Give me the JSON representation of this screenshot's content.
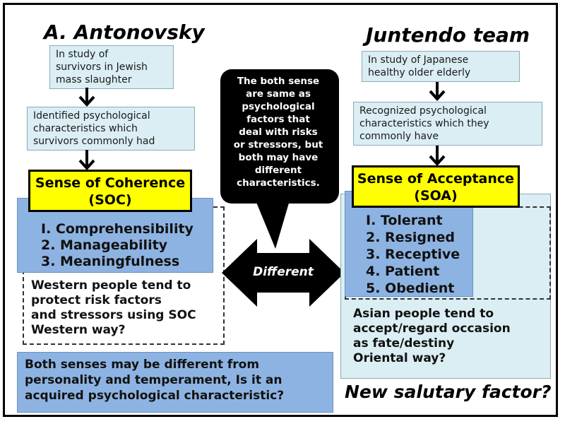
{
  "left": {
    "title": "A. Antonovsky",
    "box1": "In study of\nsurvivors in Jewish\nmass slaughter",
    "box2": "Identified psychological\ncharacteristics which\nsurvivors commonly had",
    "sense_title": "Sense of Coherence\n(SOC)",
    "items": [
      "Ⅰ. Comprehensibility",
      "2. Manageability",
      "3. Meaningfulness"
    ],
    "note": "Western people tend to\nprotect risk factors\nand stressors using SOC\nWestern way?"
  },
  "right": {
    "title": "Juntendo team",
    "box1": "In study of Japanese\nhealthy older elderly",
    "box2": "Recognized psychological\ncharacteristics which they\ncommonly have",
    "sense_title": "Sense of Acceptance\n(SOA)",
    "items": [
      "Ⅰ. Tolerant",
      "2. Resigned",
      "3. Receptive",
      "4. Patient",
      "5. Obedient"
    ],
    "note": "Asian people tend to\naccept/regard occasion\nas fate/destiny\nOriental way?"
  },
  "center": {
    "bubble": "The both sense\nare same as\npsychological\nfactors that\ndeal with risks\nor stressors, but\nboth may have\ndifferent\ncharacteristics.",
    "arrow_label": "Different"
  },
  "bottom": {
    "question": "Both senses may be different from\npersonality and temperament, Is it an\nacquired psychological characteristic?",
    "salutary": "New salutary factor?"
  },
  "colors": {
    "light_box": "#daeef3",
    "sense_box": "#ffff00",
    "list_box": "#8db3e2",
    "bubble": "#000000"
  }
}
